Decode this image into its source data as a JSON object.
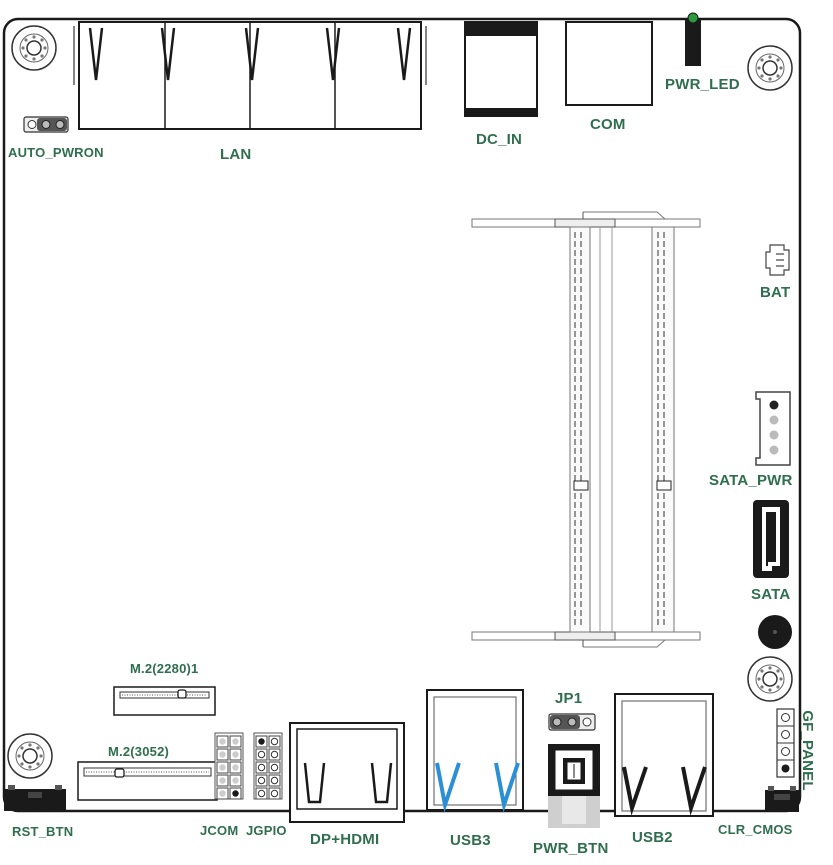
{
  "colors": {
    "label": "#2f6e4f",
    "outline": "#1a1a1a",
    "usb3_accent": "#2b8fd6",
    "led_green": "#2e9a3f"
  },
  "labels": {
    "auto_pwron": "AUTO_PWRON",
    "lan": "LAN",
    "dc_in": "DC_IN",
    "com": "COM",
    "pwr_led": "PWR_LED",
    "bat": "BAT",
    "sata_pwr": "SATA_PWR",
    "sata": "SATA",
    "m2_2280": "M.2(2280)1",
    "m2_3052": "M.2(3052)",
    "jp1": "JP1",
    "gf_panel": "GF_PANEL",
    "rst_btn": "RST_BTN",
    "jcom": "JCOM",
    "jgpio": "JGPIO",
    "dp_hdmi": "DP+HDMI",
    "usb3": "USB3",
    "pwr_btn": "PWR_BTN",
    "usb2": "USB2",
    "clr_cmos": "CLR_CMOS"
  }
}
